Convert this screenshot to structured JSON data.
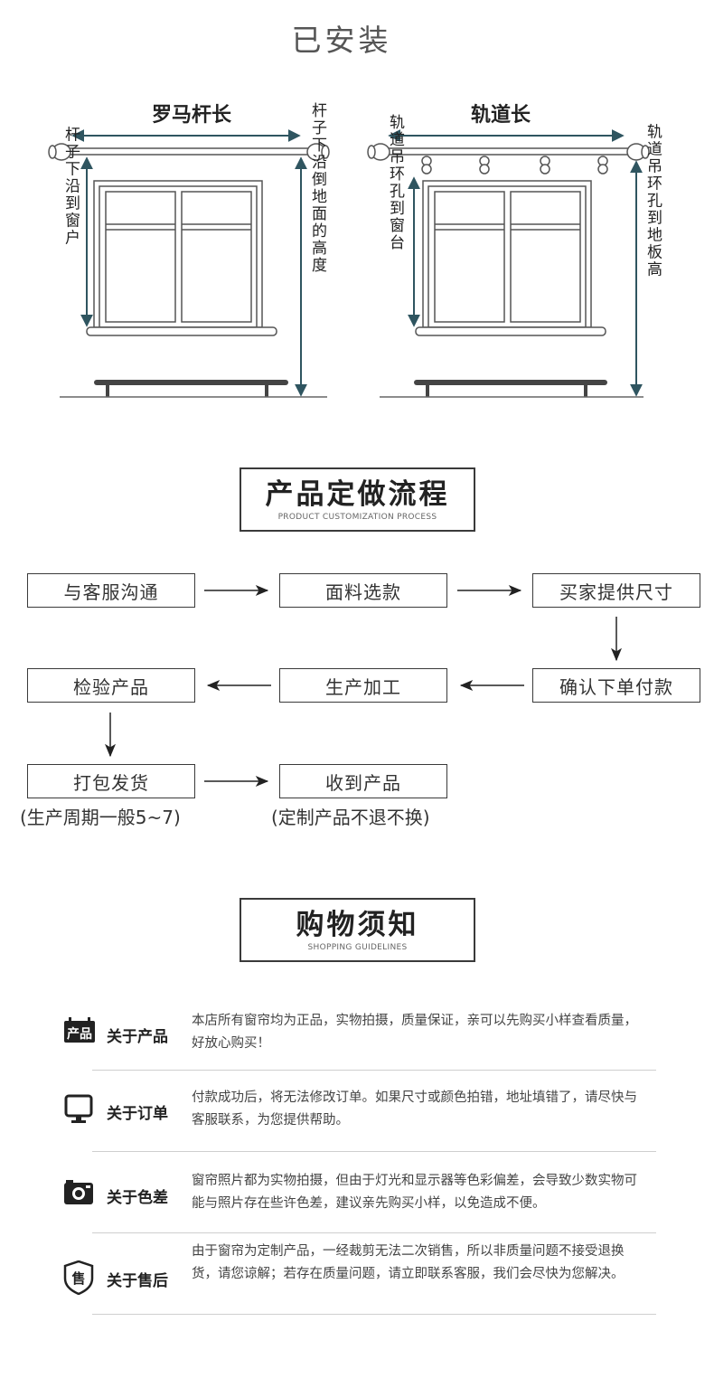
{
  "install": {
    "title": "已安装",
    "left": {
      "heading": "罗马杆长",
      "left_label": "杆子下沿到窗户",
      "right_label": "杆子下沿倒地面的高度"
    },
    "right": {
      "heading": "轨道长",
      "left_label": "轨道吊环孔到窗台",
      "right_label": "轨道吊环孔到地板高"
    }
  },
  "process": {
    "title": "产品定做流程",
    "subtitle": "PRODUCT CUSTOMIZATION PROCESS",
    "steps": [
      "与客服沟通",
      "面料选款",
      "买家提供尺寸",
      "确认下单付款",
      "生产加工",
      "检验产品",
      "打包发货",
      "收到产品"
    ],
    "note_left": "(生产周期一般5~7)",
    "note_right": "(定制产品不退不换)"
  },
  "guide": {
    "title": "购物须知",
    "subtitle": "SHOPPING GUIDELINES",
    "items": [
      {
        "icon": "product-badge-icon",
        "icon_text": "产品",
        "label": "关于产品",
        "text": "本店所有窗帘均为正品，实物拍摄，质量保证，亲可以先购买小样查看质量，好放心购买！"
      },
      {
        "icon": "monitor-icon",
        "label": "关于订单",
        "text": "付款成功后，将无法修改订单。如果尺寸或颜色拍错，地址填错了，请尽快与客服联系，为您提供帮助。"
      },
      {
        "icon": "camera-icon",
        "label": "关于色差",
        "text": "窗帘照片都为实物拍摄，但由于灯光和显示器等色彩偏差，会导致少数实物可能与照片存在些许色差，建议亲先购买小样，以免造成不便。"
      },
      {
        "icon": "shield-icon",
        "icon_text": "售",
        "label": "关于售后",
        "text": "由于窗帘为定制产品，一经裁剪无法二次销售，所以非质量问题不接受退换货，请您谅解；若存在质量问题，请立即联系客服，我们会尽快为您解决。"
      }
    ]
  },
  "colors": {
    "accent": "#2f5560",
    "line": "#3a3a3a"
  }
}
